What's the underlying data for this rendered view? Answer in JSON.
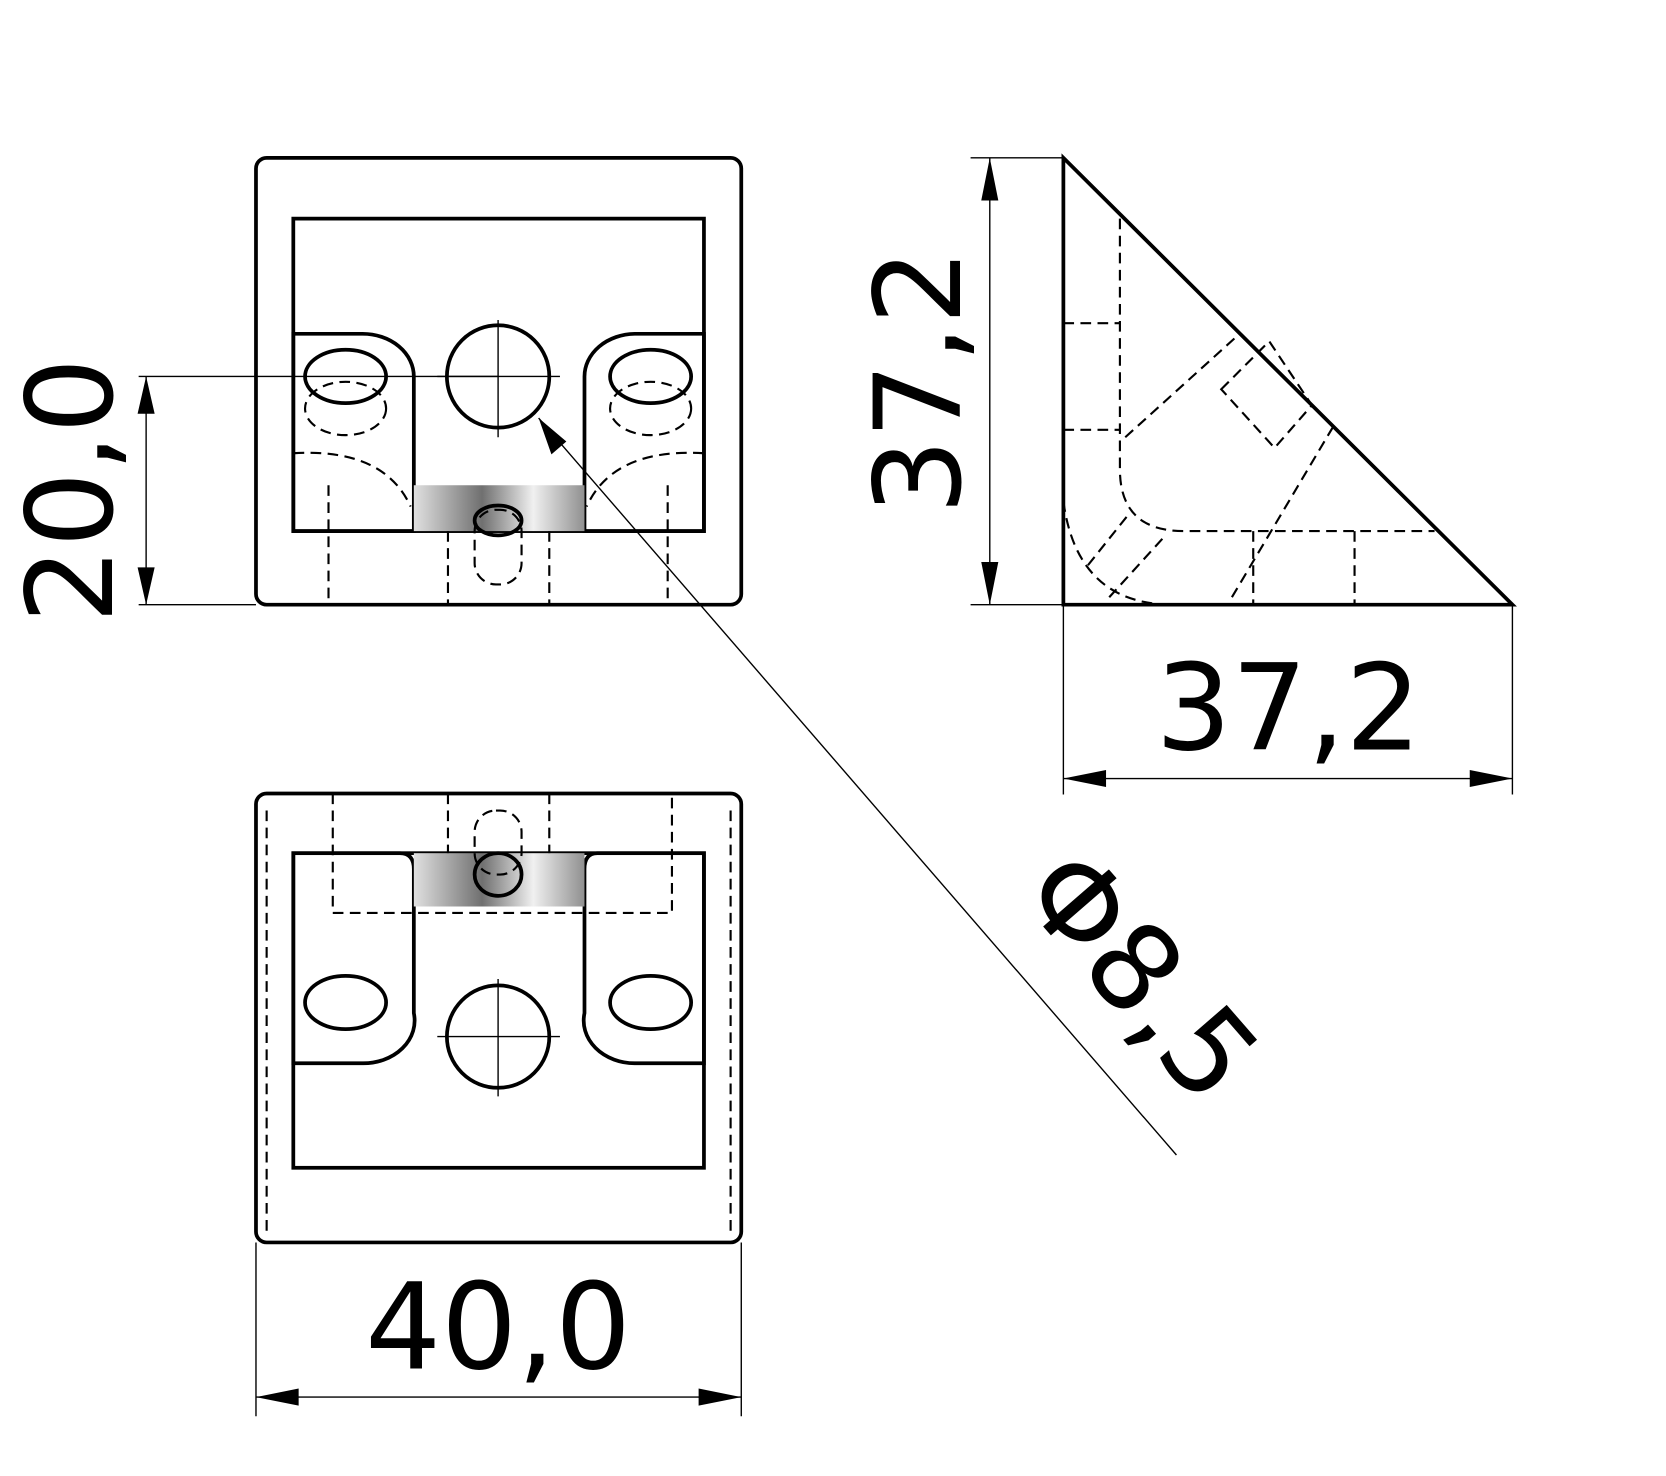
{
  "drawing": {
    "dimensions": {
      "front_height": "20,0",
      "side_height": "37,2",
      "side_width": "37,2",
      "bottom_width": "40,0",
      "hole_diameter": "Φ8,5"
    },
    "colors": {
      "dark_metal": "#3c3c3c",
      "mid_metal": "#9a9a9a",
      "light_metal": "#e8e8e8",
      "line": "#000000"
    }
  }
}
